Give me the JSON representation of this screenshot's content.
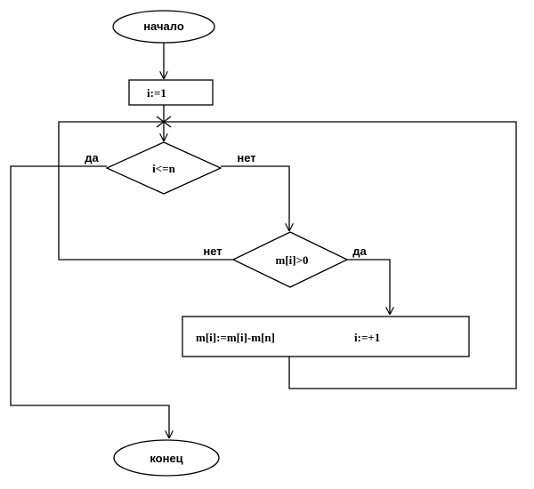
{
  "diagram": {
    "start": "начало",
    "end": "конец",
    "init": "i:=1",
    "condition1": "i<=n",
    "condition2": "m[i]>0",
    "action1": "m[i]:=m[i]-m[n]",
    "action2": "i:=+1",
    "cond1_yes": "да",
    "cond1_no": "нет",
    "cond2_yes": "да",
    "cond2_no": "нет"
  }
}
